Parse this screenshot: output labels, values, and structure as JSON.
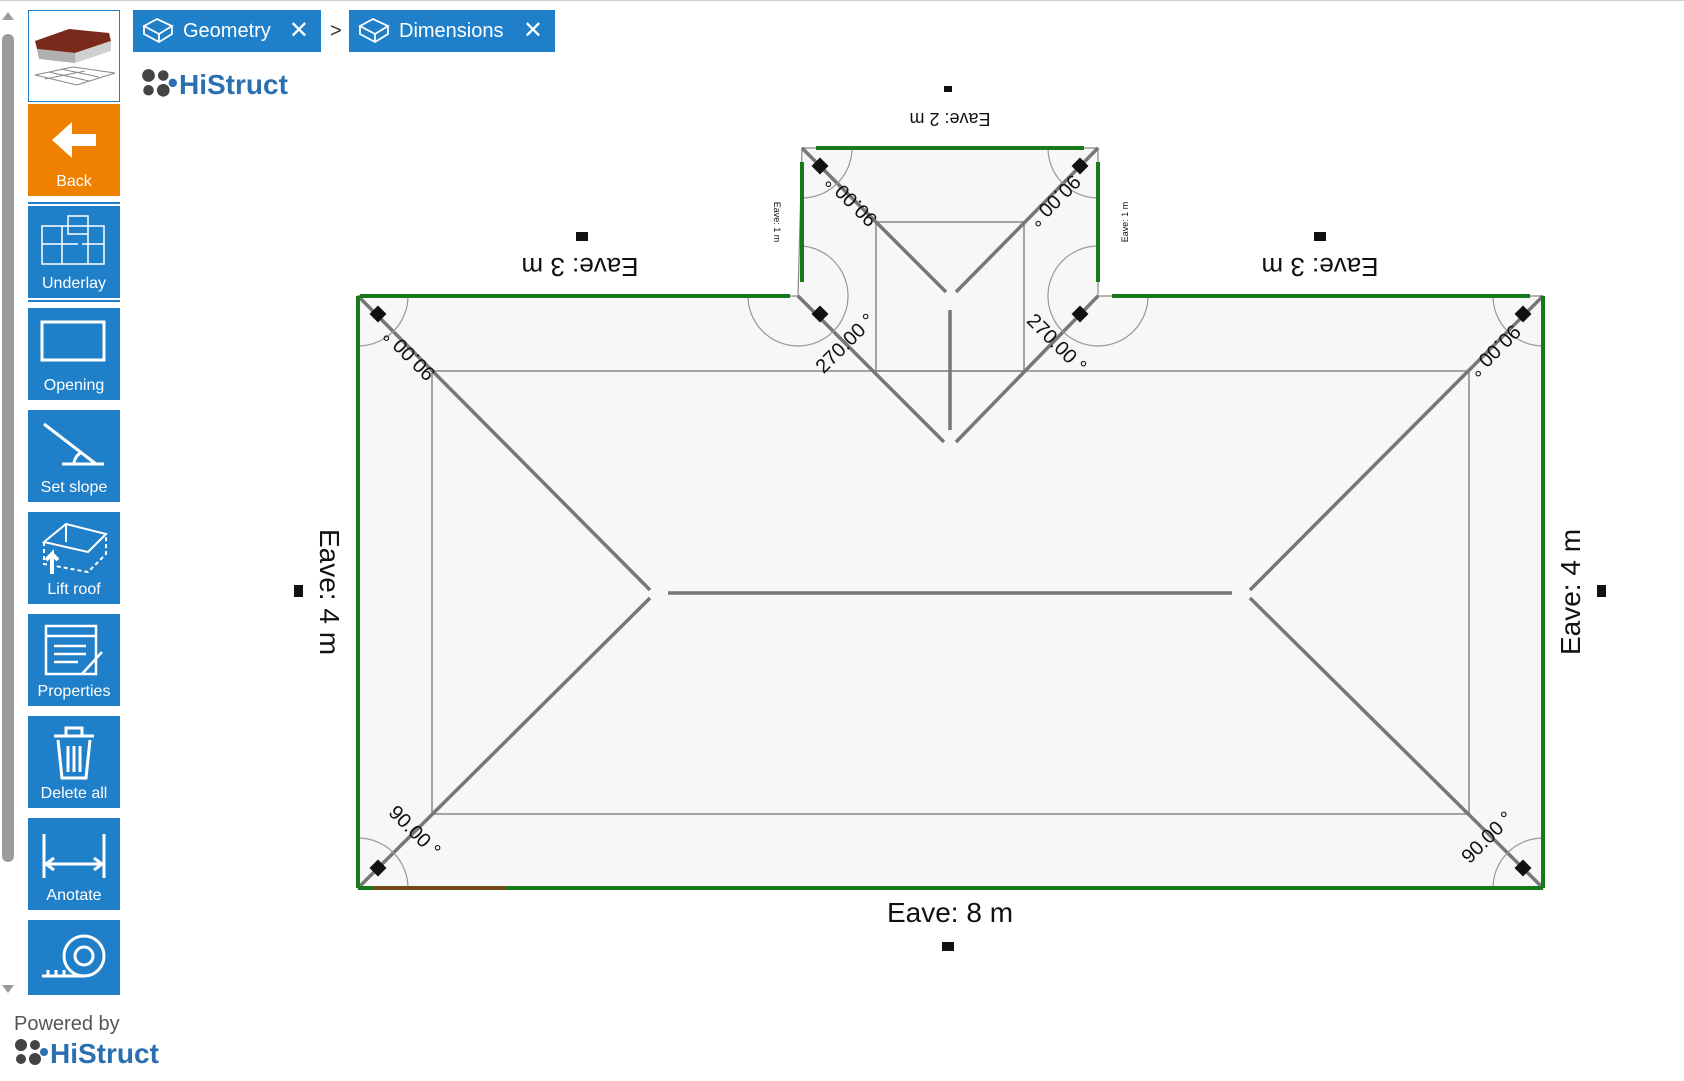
{
  "breadcrumb": {
    "items": [
      {
        "label": "Geometry",
        "close": "✕"
      },
      {
        "label": "Dimensions",
        "close": "✕"
      }
    ],
    "separator": ">"
  },
  "brand": {
    "logo_text": "HiStruct",
    "powered_by": "Powered by"
  },
  "toolbar": {
    "thumbnail": "building-thumbnail",
    "buttons": [
      {
        "label": "Back",
        "icon": "arrow-left-icon"
      },
      {
        "label": "Underlay",
        "icon": "floorplan-icon"
      },
      {
        "label": "Opening",
        "icon": "rectangle-icon"
      },
      {
        "label": "Set slope",
        "icon": "slope-icon"
      },
      {
        "label": "Lift roof",
        "icon": "lift-roof-icon"
      },
      {
        "label": "Properties",
        "icon": "properties-icon"
      },
      {
        "label": "Delete all",
        "icon": "trash-icon"
      },
      {
        "label": "Anotate",
        "icon": "annotate-icon"
      },
      {
        "label": "",
        "icon": "tape-measure-icon"
      }
    ]
  },
  "plan": {
    "eave_bottom": "Eave: 8 m",
    "eave_left": "Eave: 4 m",
    "eave_right": "Eave: 4 m",
    "eave_top_left": "Eave: 3 m",
    "eave_top_right": "Eave: 3 m",
    "eave_top": "Eave: 2 m",
    "eave_side_small": "Eave: 1 m",
    "angle_90": "90.00 °",
    "angle_270": "270.00 °",
    "colors": {
      "eave_line": "#1a7a1a",
      "fill": "#f7f7f7",
      "ridge": "#777777"
    }
  }
}
